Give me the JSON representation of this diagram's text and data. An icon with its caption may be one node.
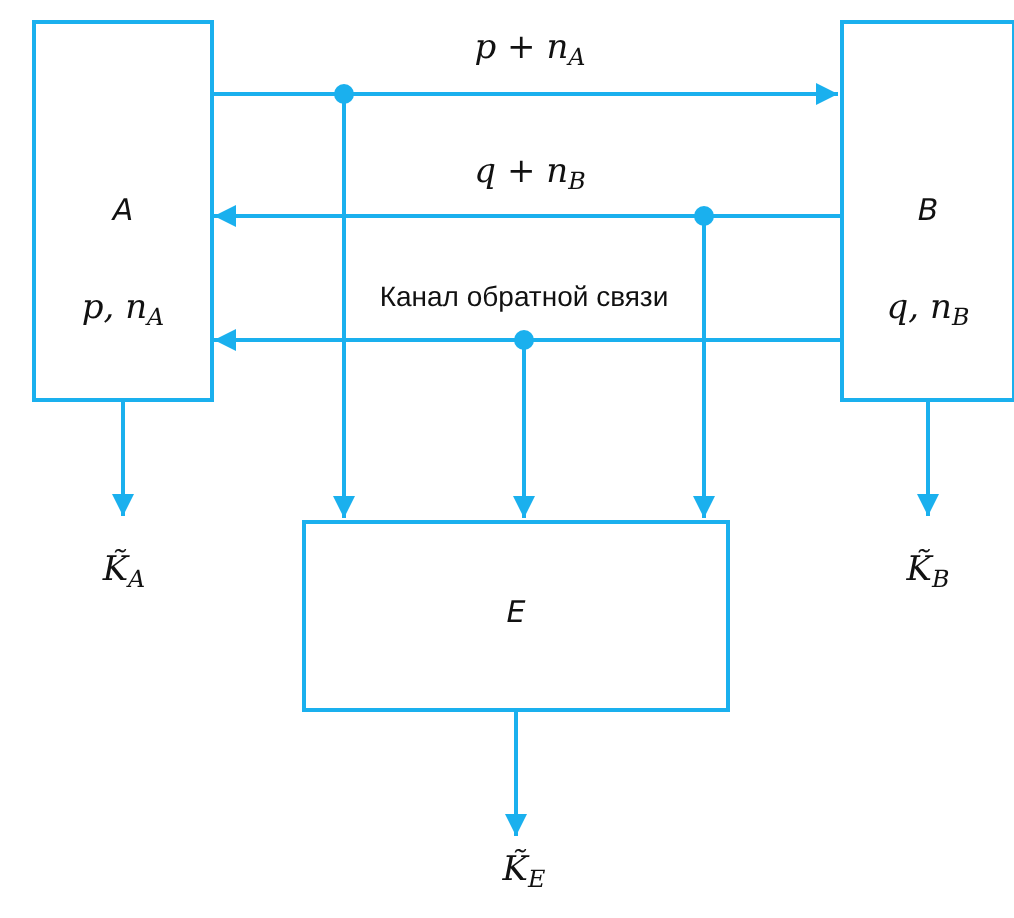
{
  "diagram": {
    "nodes": [
      {
        "text": [
          "A",
          "p, n$_{A}$"
        ]
      },
      {
        "text": [
          "B",
          "q, n$_{B}$"
        ]
      },
      {
        "text": [
          "E"
        ]
      },
      {
        "text": [
          "K̃$_{A}$"
        ]
      },
      {
        "text": [
          "K̃$_{B}$"
        ]
      },
      {
        "text": [
          "K̃$_{E}$"
        ]
      }
    ],
    "edges": [
      {
        "from": 0,
        "to": 1,
        "arrow": "to",
        "label": "p + n$_{A}$"
      },
      {
        "from": 0,
        "to": 2,
        "arrow": "to"
      },
      {
        "from": 1,
        "to": 0,
        "arrow": "to",
        "label": "q + n$_{B}$"
      },
      {
        "from": 1,
        "to": 2,
        "arrow": "to"
      },
      {
        "from": 1,
        "to": 0,
        "arrow": "to",
        "label": "Канал обратной связи"
      },
      {
        "from": 1,
        "to": 2,
        "arrow": "to"
      },
      {
        "from": 0,
        "to": 3,
        "arrow": "to"
      },
      {
        "from": 1,
        "to": 4,
        "arrow": "to"
      },
      {
        "from": 2,
        "to": 5,
        "arrow": "to"
      }
    ]
  }
}
